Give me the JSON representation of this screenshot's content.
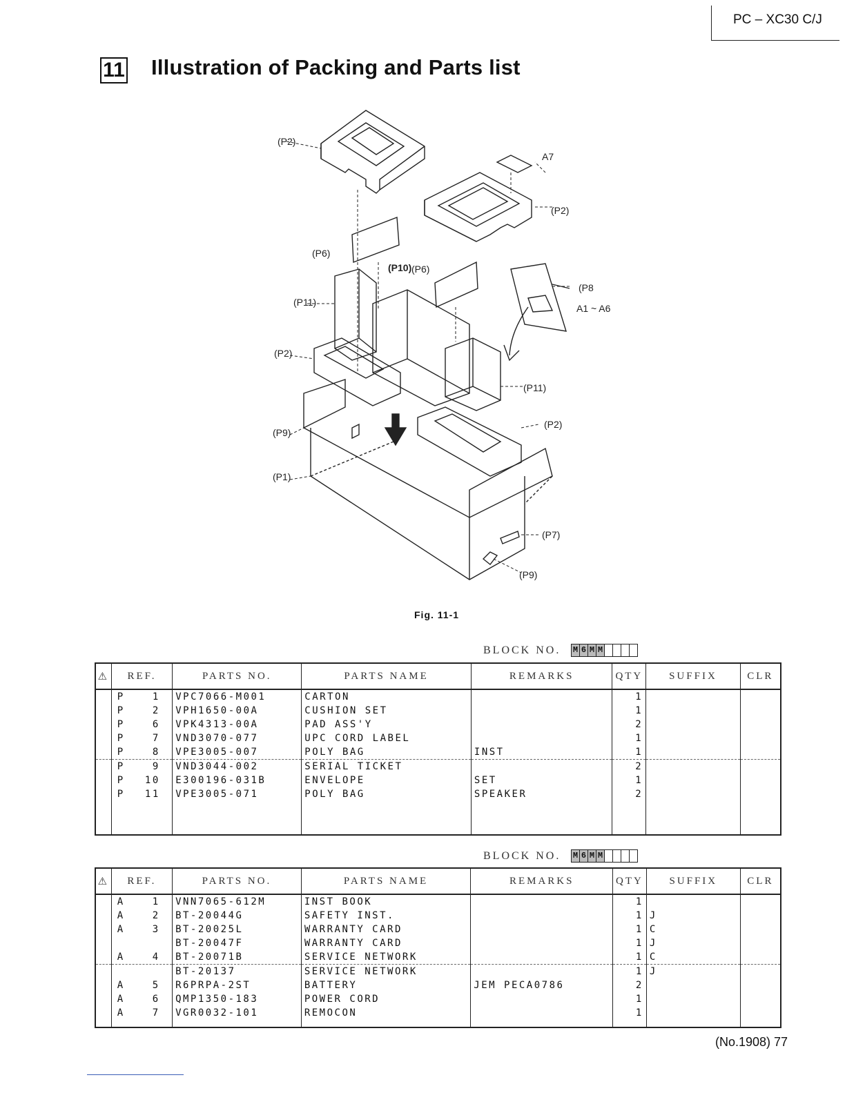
{
  "header": {
    "model": "PC – XC30 C/J"
  },
  "section": {
    "number": "11",
    "title": "Illustration of Packing and Parts list"
  },
  "figure": {
    "caption": "Fig. 11-1",
    "labels": [
      "P2",
      "A7",
      "P2",
      "P6",
      "P10",
      "P6",
      "P8",
      "A1 ~ A6",
      "P11",
      "P2",
      "P11",
      "P2",
      "P9",
      "P1",
      "P7",
      "P9"
    ]
  },
  "table_header": {
    "warn": "⚠",
    "ref": "REF.",
    "parts_no": "PARTS NO.",
    "parts_name": "PARTS NAME",
    "remarks": "REMARKS",
    "qty": "QTY",
    "suffix": "SUFFIX",
    "clr": "CLR"
  },
  "block1": {
    "label": "BLOCK NO.",
    "code": [
      "M",
      "6",
      "M",
      "M",
      "",
      "",
      "",
      ""
    ],
    "rows": [
      {
        "cls": "P",
        "num": "1",
        "parts_no": "VPC7066-M001",
        "name": "CARTON",
        "remarks": "",
        "qty": "1",
        "suffix": ""
      },
      {
        "cls": "P",
        "num": "2",
        "parts_no": "VPH1650-00A",
        "name": "CUSHION SET",
        "remarks": "",
        "qty": "1",
        "suffix": ""
      },
      {
        "cls": "P",
        "num": "6",
        "parts_no": "VPK4313-00A",
        "name": "PAD ASS'Y",
        "remarks": "",
        "qty": "2",
        "suffix": ""
      },
      {
        "cls": "P",
        "num": "7",
        "parts_no": "VND3070-077",
        "name": "UPC CORD LABEL",
        "remarks": "",
        "qty": "1",
        "suffix": ""
      },
      {
        "cls": "P",
        "num": "8",
        "parts_no": "VPE3005-007",
        "name": "POLY BAG",
        "remarks": "INST",
        "qty": "1",
        "suffix": ""
      },
      {
        "cls": "P",
        "num": "9",
        "parts_no": "VND3044-002",
        "name": "SERIAL TICKET",
        "remarks": "",
        "qty": "2",
        "suffix": ""
      },
      {
        "cls": "P",
        "num": "10",
        "parts_no": "E300196-031B",
        "name": "ENVELOPE",
        "remarks": "SET",
        "qty": "1",
        "suffix": ""
      },
      {
        "cls": "P",
        "num": "11",
        "parts_no": "VPE3005-071",
        "name": "POLY BAG",
        "remarks": "SPEAKER",
        "qty": "2",
        "suffix": ""
      }
    ]
  },
  "block2": {
    "label": "BLOCK NO.",
    "code": [
      "M",
      "6",
      "M",
      "M",
      "",
      "",
      "",
      ""
    ],
    "rows": [
      {
        "cls": "A",
        "num": "1",
        "parts_no": "VNN7065-612M",
        "name": "INST BOOK",
        "remarks": "",
        "qty": "1",
        "suffix": ""
      },
      {
        "cls": "A",
        "num": "2",
        "parts_no": "BT-20044G",
        "name": "SAFETY INST.",
        "remarks": "",
        "qty": "1",
        "suffix": "J"
      },
      {
        "cls": "A",
        "num": "3",
        "parts_no": "BT-20025L",
        "name": "WARRANTY CARD",
        "remarks": "",
        "qty": "1",
        "suffix": "C"
      },
      {
        "cls": "",
        "num": "",
        "parts_no": "BT-20047F",
        "name": "WARRANTY CARD",
        "remarks": "",
        "qty": "1",
        "suffix": "J"
      },
      {
        "cls": "A",
        "num": "4",
        "parts_no": "BT-20071B",
        "name": "SERVICE NETWORK",
        "remarks": "",
        "qty": "1",
        "suffix": "C"
      },
      {
        "cls": "",
        "num": "",
        "parts_no": "BT-20137",
        "name": "SERVICE NETWORK",
        "remarks": "",
        "qty": "1",
        "suffix": "J"
      },
      {
        "cls": "A",
        "num": "5",
        "parts_no": "R6PRPA-2ST",
        "name": "BATTERY",
        "remarks": "JEM PECA0786",
        "qty": "2",
        "suffix": ""
      },
      {
        "cls": "A",
        "num": "6",
        "parts_no": "QMP1350-183",
        "name": "POWER CORD",
        "remarks": "",
        "qty": "1",
        "suffix": ""
      },
      {
        "cls": "A",
        "num": "7",
        "parts_no": "VGR0032-101",
        "name": "REMOCON",
        "remarks": "",
        "qty": "1",
        "suffix": ""
      }
    ]
  },
  "footer": {
    "page": "(No.1908)  77"
  }
}
